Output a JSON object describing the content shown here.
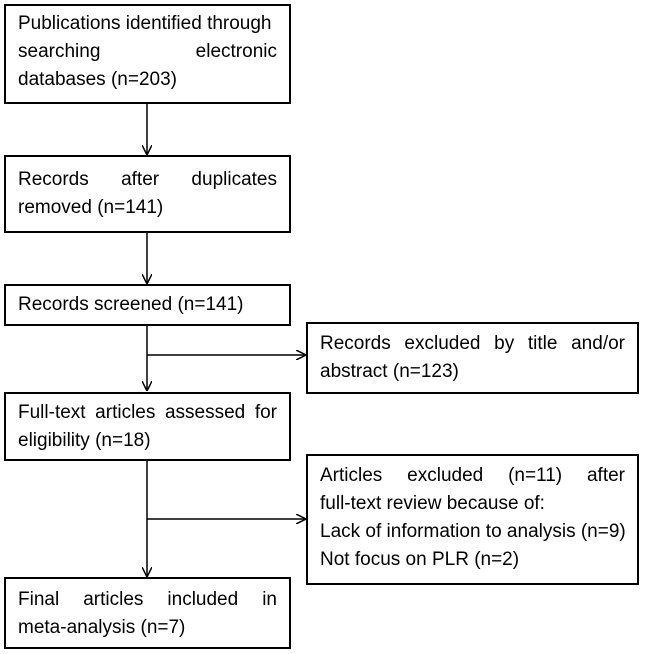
{
  "boxes": {
    "identified": [
      "Publications identified through",
      "searching electronic",
      "databases (n=203)"
    ],
    "duplicates_removed": [
      "Records after duplicates",
      "removed (n=141)"
    ],
    "screened": [
      "Records screened (n=141)"
    ],
    "excluded_title_abstract": [
      "Records excluded by title and/or",
      "abstract (n=123)"
    ],
    "fulltext_assessed": [
      "Full-text articles assessed for",
      "eligibility (n=18)"
    ],
    "excluded_fulltext": [
      "Articles excluded (n=11) after",
      "full-text review because of:",
      "Lack of information to analysis (n=9)",
      "Not focus on PLR (n=2)"
    ],
    "final_included": [
      "Final articles included in",
      "meta-analysis (n=7)"
    ]
  }
}
